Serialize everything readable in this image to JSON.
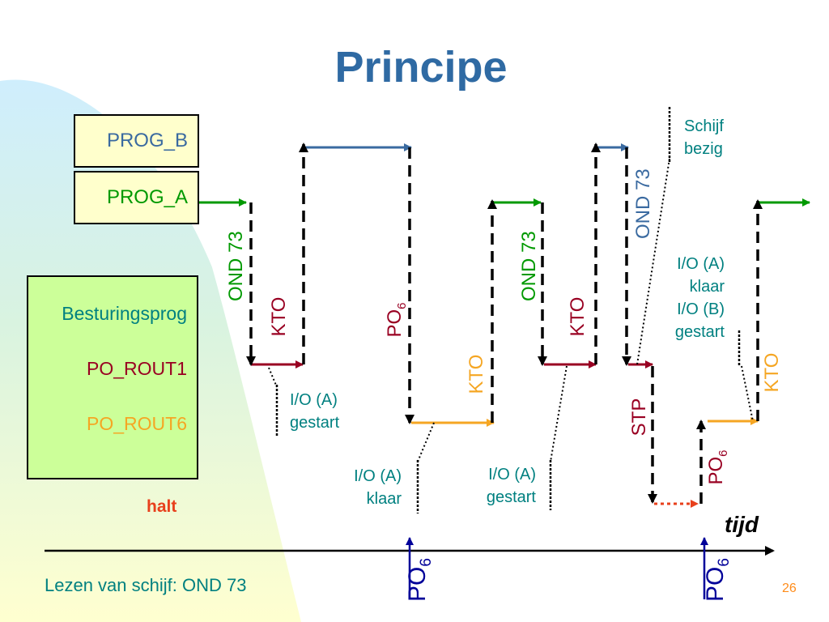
{
  "title": "Principe",
  "programs": {
    "prog_b": "PROG_B",
    "prog_a": "PROG_A"
  },
  "control": {
    "heading": "Besturingsprog",
    "rout1": "PO_ROUT1",
    "rout6": "PO_ROUT6",
    "halt": "halt"
  },
  "labels": {
    "ond73": "OND 73",
    "kto": "KTO",
    "po": "PO",
    "po_sub": "6",
    "stp": "STP",
    "io_a_gestart": [
      "I/O (A)",
      "gestart"
    ],
    "io_a_klaar": [
      "I/O (A)",
      "klaar"
    ],
    "io_a_gestart_2": [
      "I/O (A)",
      "gestart"
    ],
    "schijf_bezig": [
      "Schijf",
      "bezig"
    ],
    "io_klaar_gestart": [
      "I/O (A)",
      "klaar",
      "I/O (B)",
      "gestart"
    ]
  },
  "axis": {
    "time_label": "tijd"
  },
  "footer": "Lezen van schijf: OND 73",
  "page_number": "26",
  "colors": {
    "title": "#2f6aa3",
    "prog_a": "#009900",
    "prog_b": "#3a6aa0",
    "rout1": "#990022",
    "rout6": "#f5a623",
    "teal": "#008080",
    "po_blue": "#000099",
    "halt": "#e8401c"
  }
}
